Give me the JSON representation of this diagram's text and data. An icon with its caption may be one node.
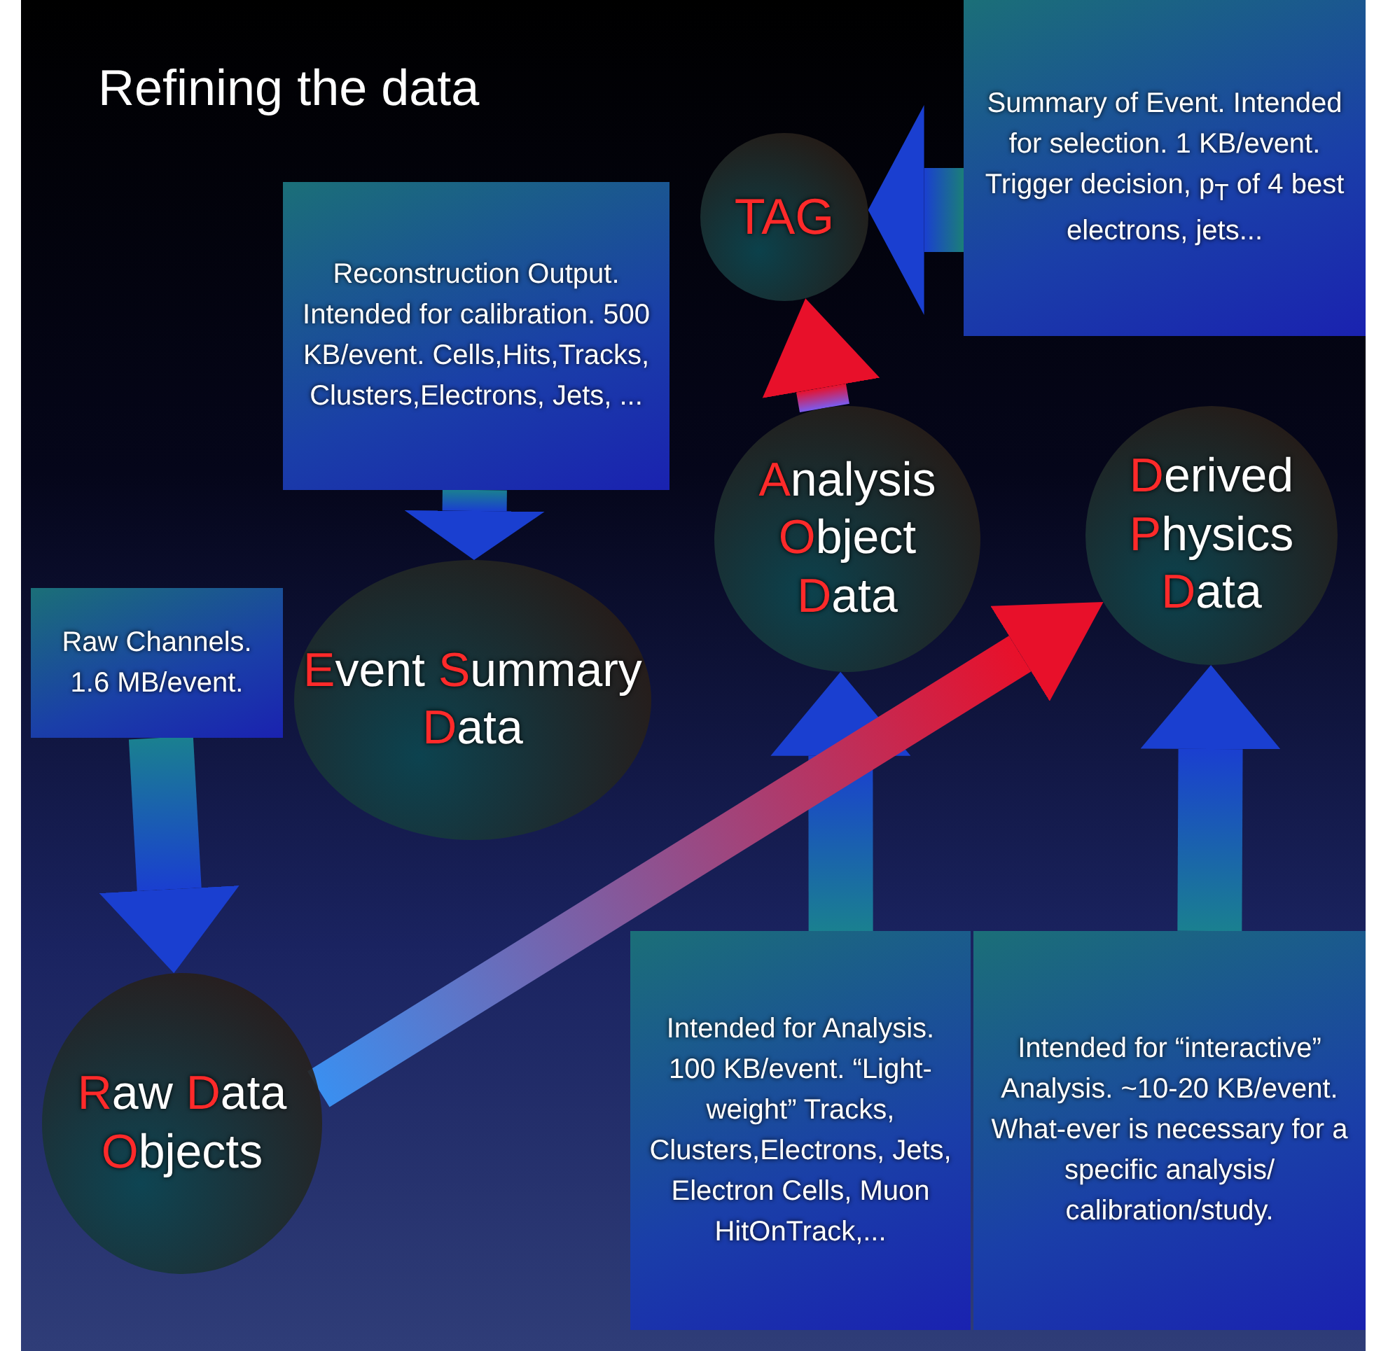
{
  "diagram": {
    "title": "Refining the data",
    "nodes": [
      {
        "text": [
          "**R**aw **D**ata **O**bjects"
        ]
      },
      {
        "text": [
          "**E**vent **S**ummary **D**ata"
        ]
      },
      {
        "text": [
          "**A**nalysis **O**bject **D**ata"
        ]
      },
      {
        "text": [
          "**D**erived **P**hysics **D**ata"
        ]
      },
      {
        "text": [
          "TAG"
        ]
      },
      {
        "text": [
          "Raw Channels. 1.6 MB/event."
        ]
      },
      {
        "text": [
          "Reconstruction Output. Intended for calibration. 500 KB/event. Cells,Hits,Tracks, Clusters,Electrons, Jets, ..."
        ]
      },
      {
        "text": [
          "Summary of Event. Intended for selection. 1 KB/event. Trigger decision, p$_{T}$ of 4 best electrons, jets..."
        ]
      },
      {
        "text": [
          "Intended for Analysis. 100 KB/event. “Light-weight” Tracks, Clusters,Electrons, Jets, Electron Cells, Muon HitOnTrack,..."
        ]
      },
      {
        "text": [
          "Intended for “interactive” Analysis. ~10-20 KB/event. What-ever is necessary for a specific analysis/ calibration/study."
        ]
      }
    ],
    "edges": [
      {
        "from": 5,
        "to": 0,
        "arrow": "to"
      },
      {
        "from": 6,
        "to": 1,
        "arrow": "to"
      },
      {
        "from": 7,
        "to": 4,
        "arrow": "to"
      },
      {
        "from": 8,
        "to": 2,
        "arrow": "to"
      },
      {
        "from": 9,
        "to": 3,
        "arrow": "to"
      },
      {
        "from": 0,
        "to": 3,
        "arrow": "to",
        "color": "#e8102a"
      },
      {
        "from": 2,
        "to": 4,
        "arrow": "to",
        "color": "#e8102a"
      }
    ]
  }
}
